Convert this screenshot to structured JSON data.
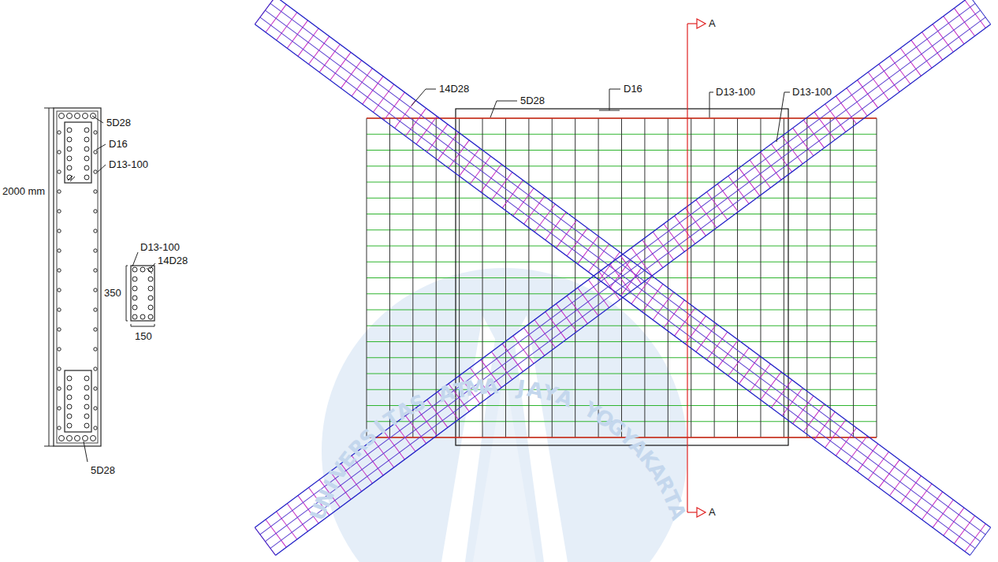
{
  "diagram": {
    "labels": [
      "5D28",
      "D16",
      "D13-100",
      "2000 mm",
      "D13-100",
      "14D28",
      "350",
      "150",
      "5D28",
      "14D28",
      "5D28",
      "D16",
      "A",
      "D13-100",
      "D13-100",
      "A",
      "UNIVERSITAS ATMA JAYA YOGYAKARTA"
    ]
  }
}
